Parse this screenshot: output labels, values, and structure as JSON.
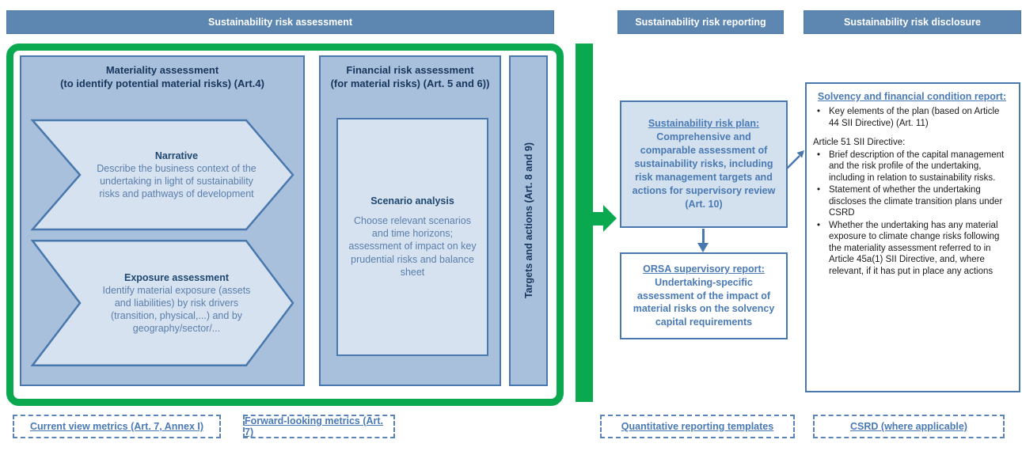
{
  "colors": {
    "header_blue": "#5d86b0",
    "panel_fill": "#a9c0dc",
    "light_fill": "#d6e2f0",
    "plan_fill": "#d3e0ee",
    "border_blue": "#4878ad",
    "title_navy": "#17365d",
    "text_blue": "#4a7ab5",
    "accent_green": "#0aa84f",
    "white": "#ffffff"
  },
  "headers": {
    "assessment": "Sustainability risk assessment",
    "reporting": "Sustainability risk reporting",
    "disclosure": "Sustainability risk disclosure"
  },
  "assessment": {
    "materiality": {
      "title_line1": "Materiality assessment",
      "title_line2": "(to identify potential material risks)  (Art.4)",
      "narrative": {
        "title": "Narrative",
        "body": "Describe the business context of the undertaking in light of sustainability risks and pathways of development"
      },
      "exposure": {
        "title": "Exposure assessment",
        "body": "Identify material exposure (assets and liabilities) by risk drivers (transition, physical,...) and by geography/sector/..."
      }
    },
    "financial": {
      "title_line1": "Financial risk assessment",
      "title_line2": "(for material risks) (Art. 5 and 6))",
      "scenario": {
        "title": "Scenario analysis",
        "body": "Choose relevant scenarios and time horizons; assessment of impact on key prudential risks and balance sheet"
      }
    },
    "targets_label": "Targets and actions (Art. 8 and 9)"
  },
  "reporting": {
    "plan": {
      "title": "Sustainability risk plan:",
      "body": "Comprehensive and comparable assessment of sustainability risks, including risk management targets and actions for supervisory review (Art. 10)"
    },
    "orsa": {
      "title": "ORSA supervisory report:",
      "body": "Undertaking-specific assessment of the impact of material risks on the solvency capital requirements"
    }
  },
  "disclosure": {
    "title": "Solvency and financial condition report:",
    "bullet_char": "•",
    "item1": "Key elements of the plan (based on Article 44 SII Directive) (Art. 11)",
    "subheading": "Article 51 SII Directive:",
    "item2": "Brief description of the capital management and the risk profile of the undertaking, including in relation to sustainability risks.",
    "item3": "Statement of whether the undertaking discloses the climate transition plans under CSRD",
    "item4": "Whether the undertaking has any material exposure to climate change risks following the materiality assessment referred to in Article 45a(1) SII Directive, and, where relevant, if it has put in place any actions"
  },
  "footer": {
    "current_view": "Current view metrics (Art. 7, Annex I)",
    "forward_looking": "Forward-looking metrics (Art. 7)",
    "qrt": "Quantitative reporting templates",
    "csrd": "CSRD (where applicable)"
  }
}
